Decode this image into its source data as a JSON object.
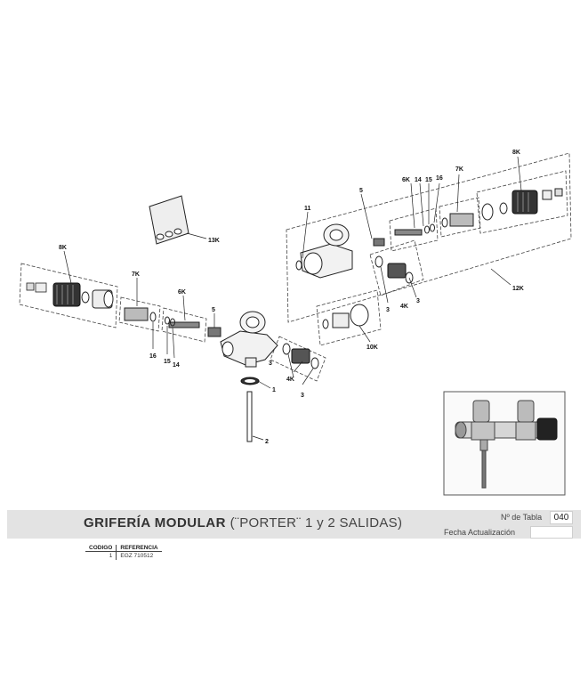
{
  "title": {
    "main": "GRIFERÍA MODULAR",
    "sub": "(¨PORTER¨ 1 y 2 SALIDAS)"
  },
  "meta": {
    "table_label": "Nº de Tabla",
    "table_value": "040",
    "update_label": "Fecha Actualización",
    "update_value": ""
  },
  "ref_table": {
    "headers": [
      "CODIGO",
      "REFERENCIA"
    ],
    "rows": [
      {
        "codigo": "1",
        "referencia": "EGZ 710512"
      }
    ]
  },
  "diagram_labels": {
    "l8k_left": "8K",
    "l7k_left": "7K",
    "l6k_left": "6K",
    "l5_left": "5",
    "l16_left": "16",
    "l15_left": "15",
    "l14_left": "14",
    "l1": "1",
    "l2": "2",
    "l3_a": "3",
    "l3_b": "3",
    "l4k_left": "4K",
    "l13k": "13K",
    "l11": "11",
    "l5_right": "5",
    "l6k_right": "6K",
    "l14_right": "14",
    "l15_right": "15",
    "l16_right": "16",
    "l7k_right": "7K",
    "l8k_right": "8K",
    "l3_c": "3",
    "l3_d": "3",
    "l4k_right": "4K",
    "l10k": "10K",
    "l12k": "12K"
  }
}
